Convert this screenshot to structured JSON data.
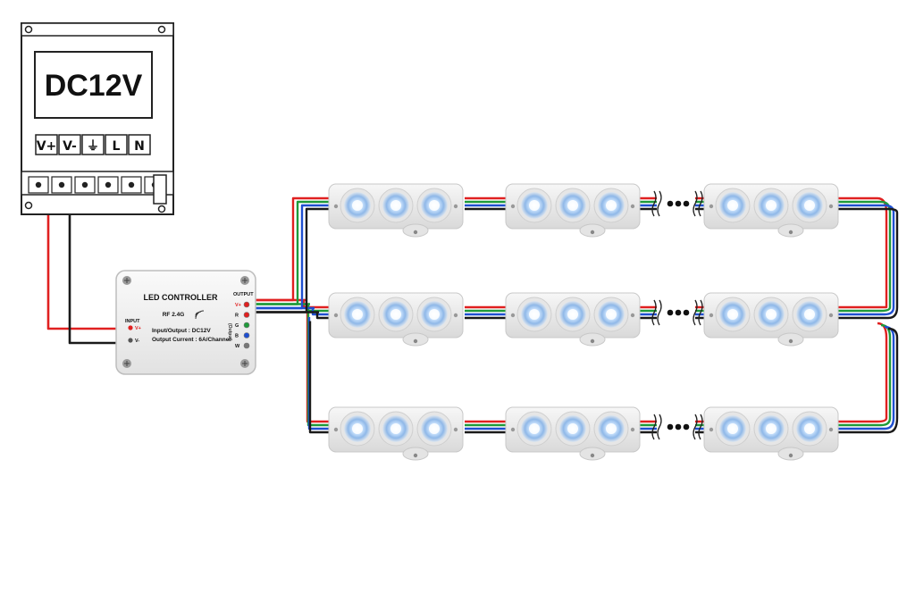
{
  "power_supply": {
    "voltage_label": "DC12V",
    "terminals": [
      "V+",
      "V-",
      "⏚",
      "L",
      "N"
    ]
  },
  "controller": {
    "title": "LED CONTROLLER",
    "rf_label": "RF 2.4G",
    "io_spec": "Input/Output : DC12V",
    "current_spec": "Output Current : 6A/Channel",
    "input_label": "INPUT",
    "input_pins": [
      "V+",
      "V-"
    ],
    "output_label": "OUTPUT",
    "output_pins": [
      "V+",
      "R",
      "G",
      "B",
      "W"
    ],
    "vertical_label": "(Output)"
  },
  "wire_colors": {
    "red": "#e02020",
    "green": "#1f9a3a",
    "blue": "#1f4fd0",
    "black": "#1a1a1a"
  },
  "led_modules": {
    "rows": 3,
    "modules_per_row": 3,
    "leds_per_module": 3,
    "led_color": "#dff0ff"
  }
}
